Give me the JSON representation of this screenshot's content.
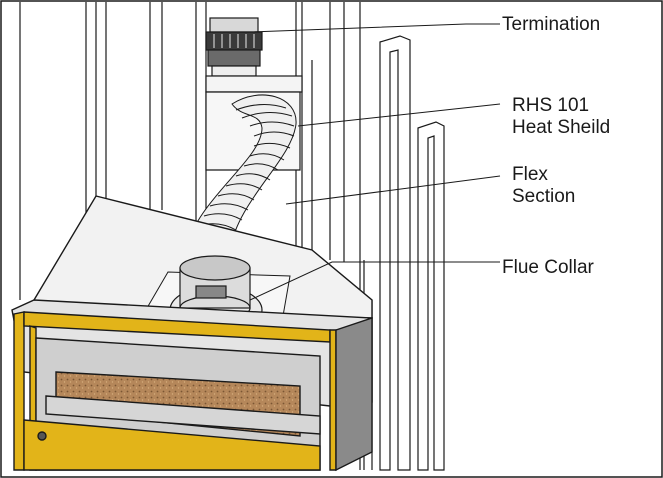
{
  "labels": {
    "termination": "Termination",
    "heat_shield": [
      "RHS 101",
      "Heat Sheild"
    ],
    "flex_section": [
      "Flex",
      "Section"
    ],
    "flue_collar": "Flue Collar"
  },
  "colors": {
    "outline": "#1a1a1a",
    "trim": "#e2b419",
    "ember_bed": "#b5875a",
    "firebox_interior": "#cfcfcf",
    "hood": "#f2f2f2"
  }
}
